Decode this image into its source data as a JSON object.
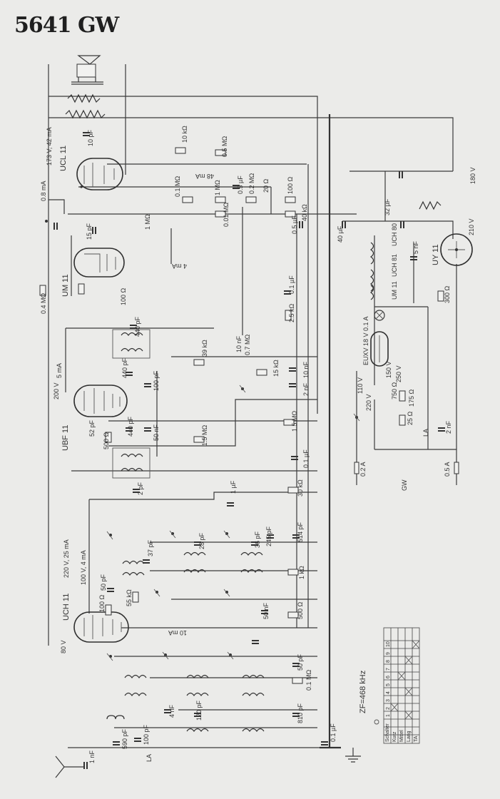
{
  "title": "5641 GW",
  "tubes": {
    "ucl11": "UCL 11",
    "um11": "UM 11",
    "ubf11": "UBF 11",
    "uch11": "UCH 11",
    "uy11": "UY 11"
  },
  "voltage_labels": {
    "v173": "173 V, 42 mA",
    "v180": "180 V",
    "v210": "210 V",
    "v200": "200 V",
    "v220_25": "220 V, 25 mA",
    "v100_4": "100 V, 4 mA",
    "v80": "80 V",
    "v48": "48 mA",
    "v08": "0.8 mA",
    "v4": "4 mA",
    "v10": "10 mA",
    "v5": "5 mA"
  },
  "component_labels": {
    "r10k": "10 kΩ",
    "r05m": "0.5 MΩ",
    "c10p": "10 pF",
    "r01m": "0.1 MΩ",
    "r1m": "1 MΩ",
    "c05u": "0.5 µF",
    "r02m": "0.2 MΩ",
    "r20": "20 Ω",
    "r100": "100 Ω",
    "r40k": "40 kΩ",
    "c05u2": "0.5 µF",
    "c40u": "40 µF",
    "c32u": "32 µF",
    "r001m": "0.01 MΩ",
    "c15": "15 pF",
    "r1mv": "1 MΩ",
    "c5n": "5 nF",
    "r300": "300 Ω",
    "c01u": "0.1 µF",
    "r25k": "2.5 kΩ",
    "c440a": "440 pF",
    "c440b": "440 pF",
    "c440c": "440 pF",
    "c100p": "100 pF",
    "r39k": "39 kΩ",
    "c10nF": "10 nF",
    "r07m": "0.7 MΩ",
    "r15k": "15 kΩ",
    "c10n": "10 nF",
    "c2n": "2 nF",
    "c52p": "52 pF",
    "r500": "500 Ω",
    "c50n": "50 nF",
    "r15m": "1.5 MΩ",
    "r15mb": "1.5 MΩ",
    "c01u2": "0.1 µF",
    "r30k": "30 kΩ",
    "c2pF": "2 pF",
    "c1u": "1 µF",
    "c37": "37 pF",
    "c28": "28 pF",
    "c36": "36 pF",
    "c245": "245 pF",
    "c514": "514 pF",
    "r1k": "1 kΩ",
    "c50p": "50 pF",
    "r100b": "100 Ω",
    "r55k": "55 kΩ",
    "c50nb": "50 nF",
    "r500b": "500 Ω",
    "c50pb": "50 pF",
    "r01mb": "0.1 MΩ",
    "c120": "120 pF",
    "c810": "810 pF",
    "c01ub": "0.1 µF",
    "c4": "4 nF",
    "c100pb": "100 pF",
    "c590": "590 pF",
    "c1n": "1 nF",
    "r0": "0.4 MΩ",
    "r100c": "100 Ω",
    "r175": "175 Ω",
    "r750": "750 Ω",
    "c2nB": "2 nF",
    "r25": "25 Ω"
  },
  "misc_labels": {
    "uch80": "UCH 80",
    "uch81": "UCH 81",
    "um": "UM 11",
    "euxv": "EUXV 18 V 0.1 A",
    "v110": "110 V",
    "v150": "150 V",
    "v220": "220 V",
    "v250": "250 V",
    "fuse1": "0.2 A",
    "fuse2": "0.5 A",
    "gw": "GW",
    "la": "LA",
    "la2": "LA",
    "zf": "ZF=468 kHz"
  },
  "switch_table": {
    "header": [
      "Schalter",
      "1",
      "2",
      "3",
      "4",
      "5",
      "6",
      "7",
      "8",
      "9",
      "10"
    ],
    "rows": [
      "Kurz",
      "Mittel",
      "Lang",
      "TA"
    ]
  }
}
